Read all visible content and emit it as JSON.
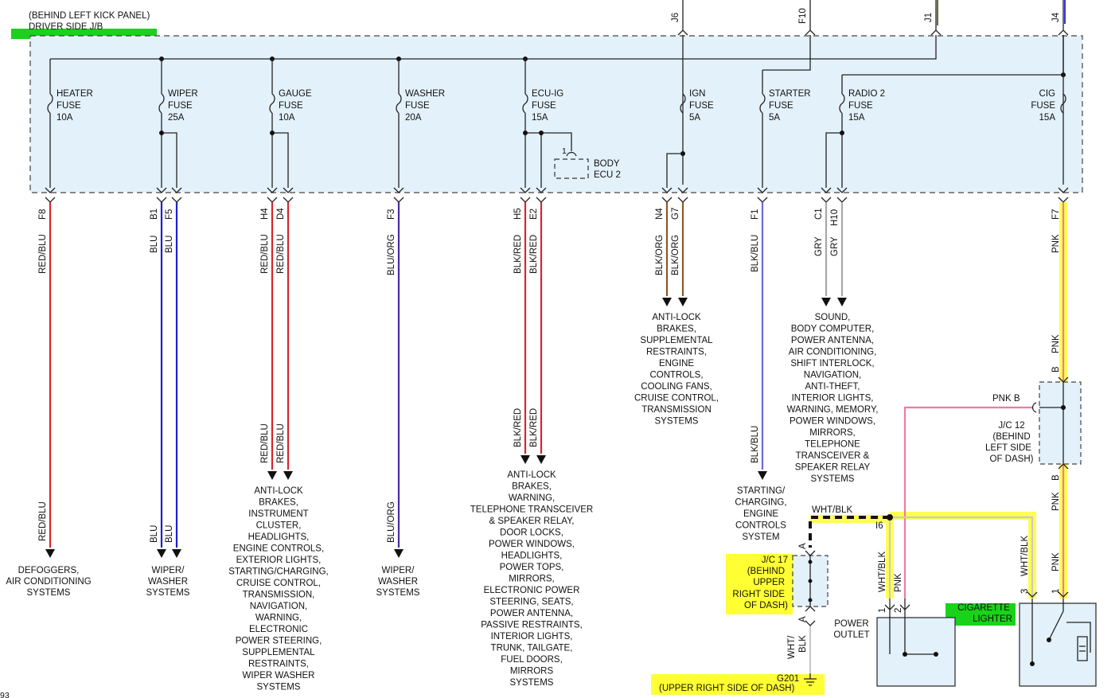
{
  "junction_block": {
    "location": "(BEHIND LEFT KICK PANEL)",
    "name": "DRIVER SIDE J/B"
  },
  "top_connectors": [
    "J6",
    "F10",
    "J1",
    "J4"
  ],
  "fuses": [
    {
      "name": "HEATER",
      "type": "FUSE",
      "rating": "10A"
    },
    {
      "name": "WIPER",
      "type": "FUSE",
      "rating": "25A"
    },
    {
      "name": "GAUGE",
      "type": "FUSE",
      "rating": "10A"
    },
    {
      "name": "WASHER",
      "type": "FUSE",
      "rating": "20A"
    },
    {
      "name": "ECU-IG",
      "type": "FUSE",
      "rating": "15A"
    },
    {
      "name": "IGN",
      "type": "FUSE",
      "rating": "5A"
    },
    {
      "name": "STARTER",
      "type": "FUSE",
      "rating": "5A"
    },
    {
      "name": "RADIO 2",
      "type": "FUSE",
      "rating": "15A"
    },
    {
      "name": "CIG",
      "type": "FUSE",
      "rating": "15A"
    }
  ],
  "body_ecu": {
    "pin": "1",
    "line1": "BODY",
    "line2": "ECU 2"
  },
  "pins": [
    "F8",
    "B1",
    "F5",
    "H4",
    "D4",
    "F3",
    "H5",
    "E2",
    "N4",
    "G7",
    "F1",
    "C1",
    "H10",
    "F7"
  ],
  "wire_colors": {
    "red_blu": "RED/BLU",
    "blu": "BLU",
    "blu_org": "BLU/ORG",
    "blk_red": "BLK/RED",
    "blk_org": "BLK/ORG",
    "blk_blu": "BLK/BLU",
    "gry": "GRY",
    "pnk": "PNK",
    "wht_blk": "WHT/BLK",
    "wht_blk_split": [
      "WHT/",
      "BLK"
    ]
  },
  "destinations": {
    "defoggers": [
      "DEFOGGERS,",
      "AIR CONDITIONING",
      "SYSTEMS"
    ],
    "wiper": [
      "WIPER/",
      "WASHER",
      "SYSTEMS"
    ],
    "washer": [
      "WIPER/",
      "WASHER",
      "SYSTEMS"
    ],
    "gauge": [
      "ANTI-LOCK",
      "BRAKES,",
      "INSTRUMENT",
      "CLUSTER,",
      "HEADLIGHTS,",
      "ENGINE CONTROLS,",
      "EXTERIOR LIGHTS,",
      "STARTING/CHARGING,",
      "CRUISE CONTROL,",
      "TRANSMISSION,",
      "NAVIGATION,",
      "WARNING,",
      "ELECTRONIC",
      "POWER STEERING,",
      "SUPPLEMENTAL",
      "RESTRAINTS,",
      "WIPER WASHER",
      "SYSTEMS"
    ],
    "ecu_ig": [
      "ANTI-LOCK",
      "BRAKES,",
      "WARNING,",
      "TELEPHONE TRANSCEIVER",
      "& SPEAKER RELAY,",
      "DOOR LOCKS,",
      "POWER WINDOWS,",
      "HEADLIGHTS,",
      "POWER TOPS,",
      "MIRRORS,",
      "ELECTRONIC POWER",
      "STEERING, SEATS,",
      "POWER ANTENNA,",
      "PASSIVE RESTRAINTS,",
      "INTERIOR LIGHTS,",
      "TRUNK, TAILGATE,",
      "FUEL DOORS,",
      "MIRRORS",
      "SYSTEMS"
    ],
    "ign": [
      "ANTI-LOCK",
      "BRAKES,",
      "SUPPLEMENTAL",
      "RESTRAINTS,",
      "ENGINE",
      "CONTROLS,",
      "COOLING FANS,",
      "CRUISE CONTROL,",
      "TRANSMISSION",
      "SYSTEMS"
    ],
    "starter": [
      "STARTING/",
      "CHARGING,",
      "ENGINE",
      "CONTROLS",
      "SYSTEM"
    ],
    "radio": [
      "SOUND,",
      "BODY COMPUTER,",
      "POWER ANTENNA,",
      "AIR CONDITIONING,",
      "SHIFT INTERLOCK,",
      "NAVIGATION,",
      "ANTI-THEFT,",
      "INTERIOR LIGHTS,",
      "WARNING, MEMORY,",
      "POWER WINDOWS,",
      "MIRRORS,",
      "TELEPHONE",
      "TRANSCEIVER &",
      "SPEAKER RELAY",
      "SYSTEMS"
    ]
  },
  "jc12": {
    "pin_left": "PNK  B",
    "lines": [
      "J/C 12",
      "(BEHIND",
      "LEFT SIDE",
      "OF DASH)"
    ],
    "pin": "B"
  },
  "jc17": {
    "lines": [
      "J/C 17",
      "(BEHIND",
      "UPPER",
      "RIGHT SIDE",
      "OF DASH)"
    ],
    "pin": "A",
    "conn": "I6"
  },
  "ground": {
    "name": "G201",
    "location": "(UPPER RIGHT SIDE OF DASH)"
  },
  "power_outlet": {
    "lines": [
      "POWER",
      "OUTLET"
    ],
    "pins": [
      "1",
      "2"
    ]
  },
  "cigarette_lighter": {
    "lines": [
      "CIGARETTE",
      "LIGHTER"
    ],
    "pins": [
      "3",
      "1"
    ]
  },
  "page_fragment": "93",
  "colors": {
    "red": "#d6262f",
    "blue": "#1f1fc8",
    "purple": "#4b2b9e",
    "brown": "#8a5a2b",
    "gray": "#a8a8a8",
    "pink": "#f07aa0",
    "highlight_yellow": "#ffff33",
    "highlight_green": "#1ad21a",
    "box_fill": "#e3f1fb"
  }
}
